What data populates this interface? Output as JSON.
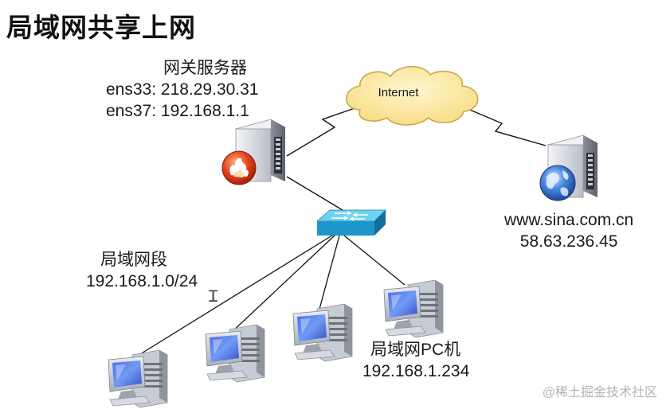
{
  "title": "局域网共享上网",
  "cloud": {
    "label": "Internet"
  },
  "gateway": {
    "name": "网关服务器",
    "ens33": "ens33: 218.29.30.31",
    "ens37": "ens37: 192.168.1.1"
  },
  "remote_server": {
    "host": "www.sina.com.cn",
    "ip": "58.63.236.45"
  },
  "lan": {
    "name": "局域网段",
    "subnet": "192.168.1.0/24"
  },
  "pc": {
    "name": "局域网PC机",
    "ip": "192.168.1.234"
  },
  "watermark": "@稀土掘金技术社区",
  "icons": [
    "firewall-icon",
    "globe-icon",
    "switch-icon",
    "server-icon",
    "pc-icon",
    "text-cursor-icon"
  ],
  "colors": {
    "cloud_fill": "#fbe8a0",
    "cloud_stroke": "#c9a94a",
    "switch_top": "#5fd0ea",
    "switch_front": "#1b93c8",
    "server_body": "#dcdfe5",
    "firewall": "#d62a10",
    "globe": "#2a63c4"
  }
}
